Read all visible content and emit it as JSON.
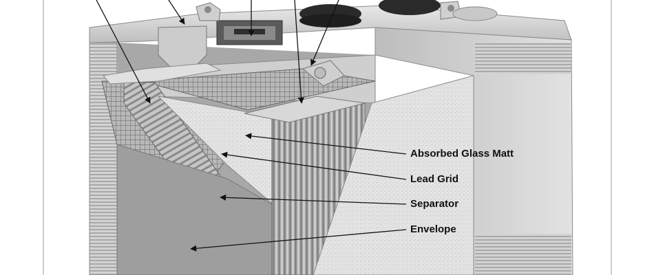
{
  "labels": [
    {
      "id": "absorbed-glass-matt",
      "text": "Absorbed Glass Matt"
    },
    {
      "id": "lead-grid",
      "text": "Lead Grid"
    },
    {
      "id": "separator",
      "text": "Separator"
    },
    {
      "id": "envelope",
      "text": "Envelope"
    }
  ],
  "colors": {
    "ink": "#111111",
    "case_light": "#d9d9d9",
    "case_mid": "#b3b3b3",
    "case_dark": "#7a7a7a",
    "mat": "#e6e6e6",
    "grid": "#8c8c8c",
    "cap_black": "#2a2a2a"
  }
}
